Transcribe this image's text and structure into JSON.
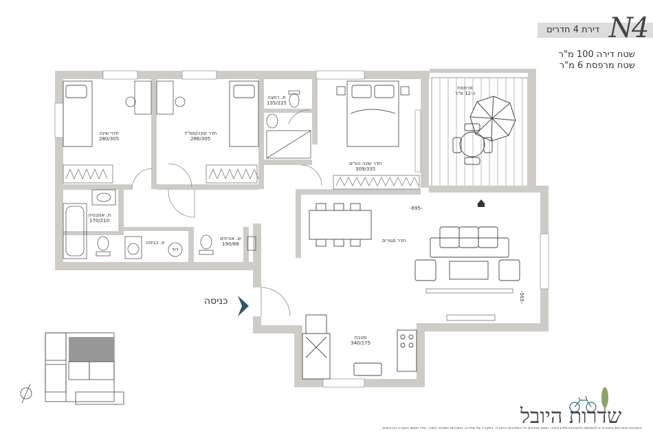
{
  "header": {
    "apartment_number": "N4",
    "apartment_type": "דירת 4 חדרים",
    "apartment_area": "שטח דירה 100 מ\"ר",
    "balcony_area": "שטח מרפסת 6 מ\"ר"
  },
  "rooms": {
    "bedroom1": {
      "name": "חדר שינה",
      "size": "280/305"
    },
    "bedroom2": {
      "name": "חדר שינה/ממ\"ד",
      "size": "286/305"
    },
    "guest_wc": {
      "name": "ת. רחצה",
      "size": "135/225"
    },
    "master": {
      "name": "חדר שינה הורים",
      "size": "309/335"
    },
    "balcony": {
      "name": "מרפסת",
      "size": "כ-12 מ\"ר"
    },
    "main_bath": {
      "name": "ת. אמבטיה",
      "size": "170/210"
    },
    "shower": {
      "name": "ש. אורחים",
      "size": "190/88"
    },
    "laundry": {
      "name": "פ. כביסה"
    },
    "boiler": {
      "name": "דוד"
    },
    "living": {
      "name": "חדר מגורים",
      "dim_a": "-695-",
      "dim_b": "-565-"
    },
    "kitchen": {
      "name": "מטבח",
      "size": "340/175"
    }
  },
  "entry_label": "כניסה",
  "brand": "שדרות היובל",
  "disclaimer": "התוכניות והפרטים בחוברת זו להמחשה ולתוכניות מידע בלבד, ואינם מחייבים כל התחייבות החברה. במקרה של סתירה, התוכניות ומפרטי המכר, עליו יחתמו החברה והרוכשים."
}
